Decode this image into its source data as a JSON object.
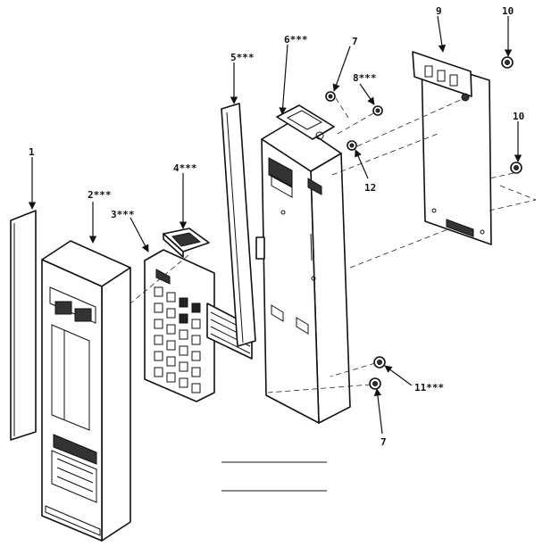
{
  "callouts": {
    "c1": "1",
    "c2": "2***",
    "c3": "3***",
    "c4": "4***",
    "c5": "5***",
    "c6": "6***",
    "c7a": "7",
    "c8": "8***",
    "c9": "9",
    "c10a": "10",
    "c10b": "10",
    "c12": "12",
    "c11": "11***",
    "c7b": "7"
  }
}
